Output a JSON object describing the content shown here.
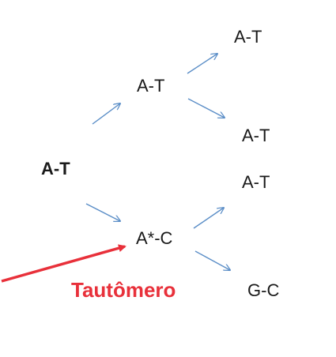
{
  "diagram": {
    "root": "A-T",
    "branch_upper": "A-T",
    "branch_lower": "A*-C",
    "leaf_1": "A-T",
    "leaf_2": "A-T",
    "leaf_3": "A-T",
    "leaf_4": "G-C",
    "annotation": "Tautômero"
  },
  "colors": {
    "text": "#1a1a1a",
    "arrow": "#5b8ec7",
    "annotation": "#e8303a"
  }
}
